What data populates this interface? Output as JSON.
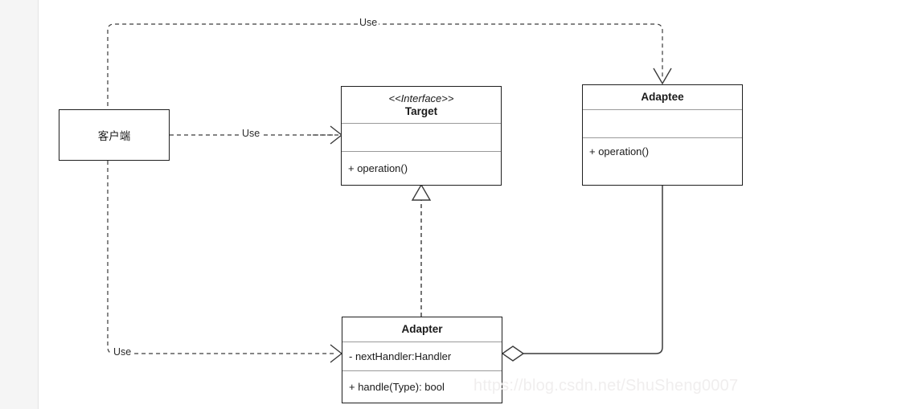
{
  "diagram": {
    "title": "Adapter Pattern UML Class Diagram",
    "watermark": "https://blog.csdn.net/ShuSheng0007",
    "stroke_color": "#1f1f1f",
    "divider_color": "#9a9a9a",
    "background_color": "#ffffff",
    "gutter_color": "#f5f5f5"
  },
  "classes": {
    "client": {
      "name": "客户端"
    },
    "target": {
      "stereotype": "<<Interface>>",
      "name": "Target",
      "attributes": [],
      "operations": [
        "+ operation()"
      ]
    },
    "adaptee": {
      "name": "Adaptee",
      "attributes": [],
      "operations": [
        "+ operation()"
      ]
    },
    "adapter": {
      "name": "Adapter",
      "attributes": [
        "- nextHandler:Handler"
      ],
      "operations": [
        "+ handle(Type): bool"
      ]
    }
  },
  "relations": {
    "client_to_target": {
      "label": "Use",
      "kind": "dependency"
    },
    "client_to_adaptee": {
      "label": "Use",
      "kind": "dependency"
    },
    "client_to_adapter": {
      "label": "Use",
      "kind": "dependency"
    },
    "adapter_realizes_target": {
      "label": "",
      "kind": "realization"
    },
    "adapter_aggregates_adaptee": {
      "label": "",
      "kind": "aggregation"
    }
  }
}
